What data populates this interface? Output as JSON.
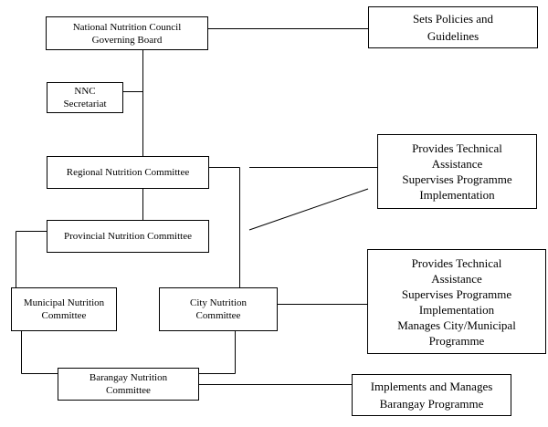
{
  "diagram": {
    "description": "Organizational structure flowchart of nutrition committees",
    "colors": {
      "background": "#ffffff",
      "line": "#000000",
      "text": "#000000"
    },
    "nodes": {
      "governing_board": {
        "label": [
          "National Nutrition Council",
          "Governing Board"
        ]
      },
      "nnc_secretariat": {
        "label": [
          "NNC",
          "Secretariat"
        ]
      },
      "regional": {
        "label": [
          "Regional Nutrition Committee"
        ]
      },
      "provincial": {
        "label": [
          "Provincial Nutrition Committee"
        ]
      },
      "municipal": {
        "label": [
          "Municipal Nutrition",
          "Committee"
        ]
      },
      "city": {
        "label": [
          "City Nutrition",
          "Committee"
        ]
      },
      "barangay": {
        "label": [
          "Barangay Nutrition",
          "Committee"
        ]
      },
      "sets_policies": {
        "label": [
          "Sets Policies and",
          "Guidelines"
        ]
      },
      "provides_regional": {
        "label": [
          "Provides Technical",
          "Assistance",
          "Supervises Programme",
          "Implementation"
        ]
      },
      "provides_city": {
        "label": [
          "Provides Technical",
          "Assistance",
          "Supervises Programme",
          "Implementation",
          "Manages City/Municipal",
          "Programme"
        ]
      },
      "implements_barangay": {
        "label": [
          "Implements and Manages",
          "Barangay Programme"
        ]
      }
    }
  }
}
